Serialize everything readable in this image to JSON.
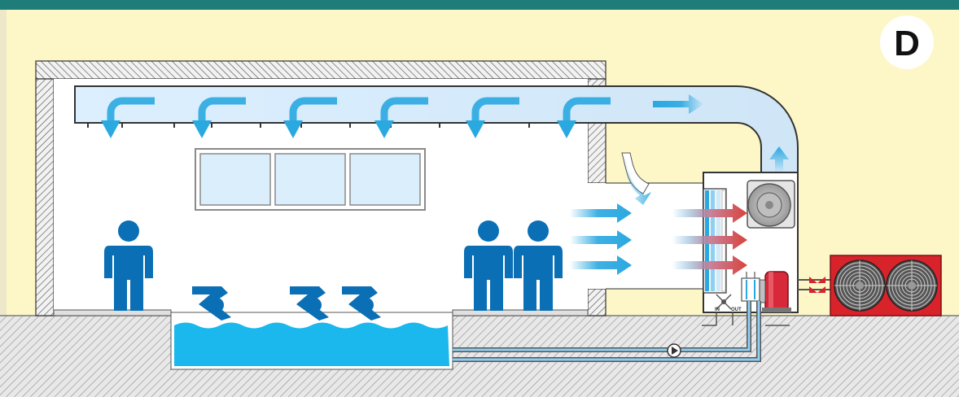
{
  "badge": {
    "label": "D"
  },
  "unit_ports": {
    "in_label": "IN",
    "out_label": "OUT"
  },
  "colors": {
    "header_bar": "#1e7d78",
    "background": "#fdf6c6",
    "ground": "#e6e6e6",
    "duct": "#d6ecf8",
    "arrow_blue": "#2aa8e0",
    "arrow_red": "#d8423c",
    "person": "#0a6fb5",
    "pool_water": "#1ab8ec",
    "compressor": "#d8293a",
    "outdoor_unit": "#d8232a"
  },
  "icons": {
    "badge": "circle-badge",
    "persons": "standing-person-icon",
    "swimmers": "swimmer-icon",
    "fan": "centrifugal-fan-icon",
    "pump": "circulation-pump-icon",
    "compressor": "compressor-icon",
    "outdoor": "condenser-fan-icon"
  }
}
